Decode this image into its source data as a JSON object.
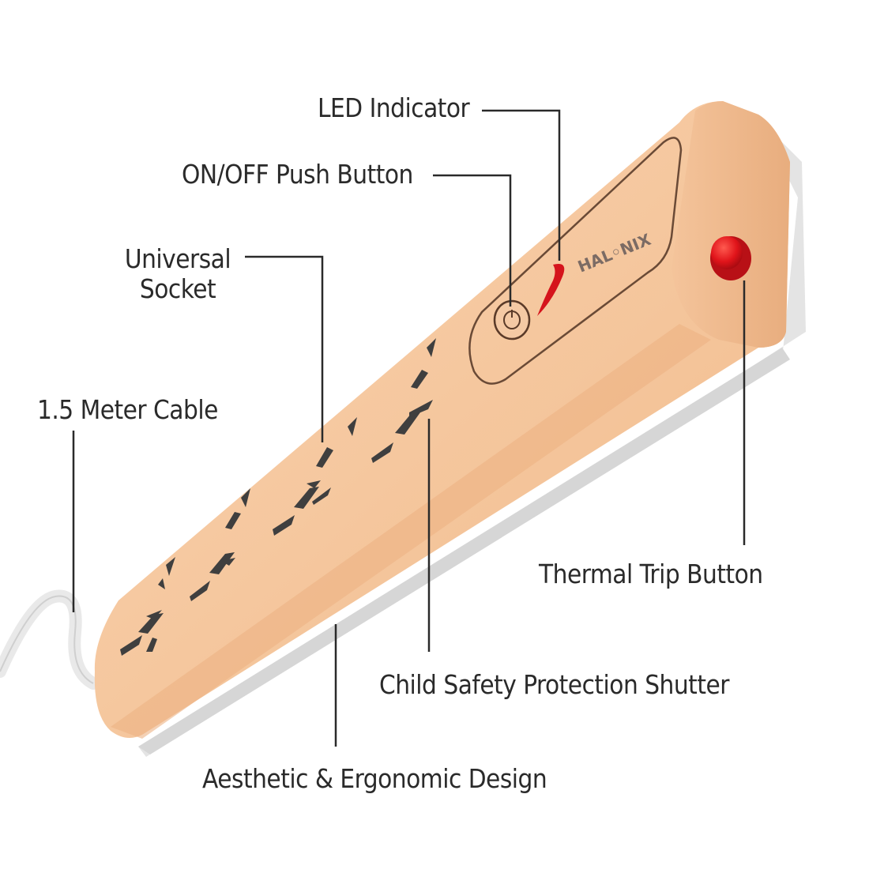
{
  "product": {
    "brand": "HALONIX",
    "body_color": "#f6c9a2",
    "edge_color": "#e7e7e7",
    "thermal_button_color": "#e0141a",
    "led_color": "#d5141c"
  },
  "callouts": {
    "led_indicator": "LED Indicator",
    "push_button": "ON/OFF Push Button",
    "universal_socket_line1": "Universal",
    "universal_socket_line2": "Socket",
    "cable": "1.5 Meter Cable",
    "thermal_trip": "Thermal Trip Button",
    "child_safety": "Child Safety Protection Shutter",
    "design": "Aesthetic & Ergonomic Design"
  },
  "leader_line_color": "#2a2a2a"
}
